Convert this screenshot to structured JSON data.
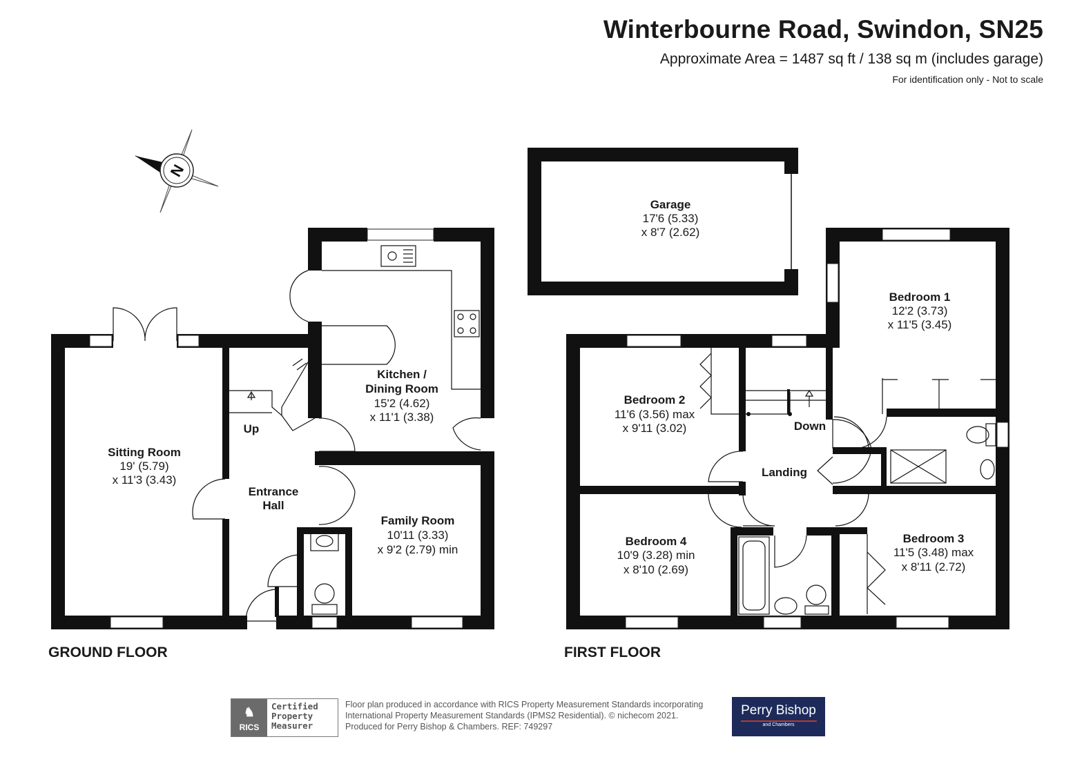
{
  "header": {
    "title": "Winterbourne Road, Swindon, SN25",
    "area": "Approximate Area =  1487 sq ft / 138 sq m (includes garage)",
    "note": "For identification only - Not to scale"
  },
  "compass": {
    "letter": "N",
    "icon": "compass-icon"
  },
  "ground_floor": {
    "label": "GROUND FLOOR",
    "rooms": {
      "sitting": {
        "name": "Sitting Room",
        "dim1": "19' (5.79)",
        "dim2": "x 11'3 (3.43)"
      },
      "kitchen": {
        "name1": "Kitchen /",
        "name2": "Dining Room",
        "dim1": "15'2 (4.62)",
        "dim2": "x 11'1 (3.38)"
      },
      "family": {
        "name": "Family Room",
        "dim1": "10'11 (3.33)",
        "dim2": "x 9'2 (2.79) min"
      },
      "hall": {
        "name1": "Entrance",
        "name2": "Hall"
      },
      "stairs": "Up"
    }
  },
  "first_floor": {
    "label": "FIRST FLOOR",
    "rooms": {
      "garage": {
        "name": "Garage",
        "dim1": "17'6 (5.33)",
        "dim2": "x 8'7 (2.62)"
      },
      "bed1": {
        "name": "Bedroom 1",
        "dim1": "12'2 (3.73)",
        "dim2": "x 11'5 (3.45)"
      },
      "bed2": {
        "name": "Bedroom 2",
        "dim1": "11'6 (3.56) max",
        "dim2": "x 9'11 (3.02)"
      },
      "bed3": {
        "name": "Bedroom 3",
        "dim1": "11'5 (3.48) max",
        "dim2": "x 8'11 (2.72)"
      },
      "bed4": {
        "name": "Bedroom 4",
        "dim1": "10'9 (3.28) min",
        "dim2": "x 8'10 (2.69)"
      },
      "landing": "Landing",
      "stairs": "Down"
    }
  },
  "footer": {
    "rics_logo": "RICS",
    "rics_cert": [
      "Certified",
      "Property",
      "Measurer"
    ],
    "lines": [
      "Floor plan produced in accordance with RICS Property Measurement Standards incorporating",
      "International Property Measurement Standards (IPMS2 Residential).  © nichecom 2021.",
      "Produced for Perry Bishop & Chambers.   REF: 749297"
    ],
    "agent_name": "Perry Bishop",
    "agent_sub": "and Chambers",
    "agent_bg": "#1d2a5a",
    "agent_accent": "#c0392b"
  }
}
